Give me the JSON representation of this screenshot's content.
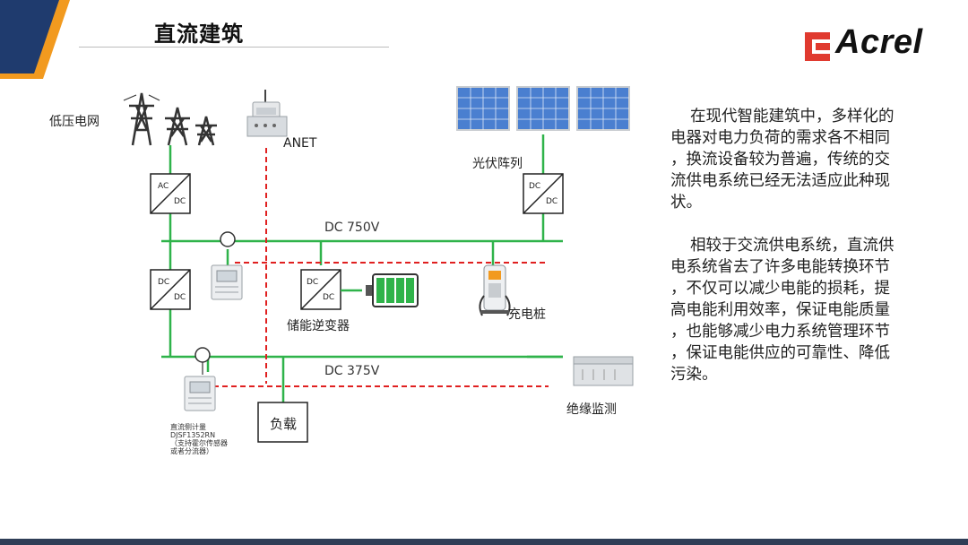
{
  "header": {
    "title": "直流建筑",
    "logo_text": "Acrel"
  },
  "diagram": {
    "grid_label": "低压电网",
    "anet_label": "ANET",
    "pv_label": "光伏阵列",
    "bus_high": "DC 750V",
    "bus_low": "DC 375V",
    "storage_label": "储能逆变器",
    "charger_label": "充电桩",
    "insulation_label": "绝缘监测",
    "load_label": "负载",
    "acdc_top": "AC",
    "acdc_bottom": "DC",
    "dcdc_top": "DC",
    "dcdc_bottom": "DC",
    "meter_lines": [
      "直流侧计量",
      "DJSF1352RN",
      "（支持霍尔传感器",
      "或者分流器）"
    ]
  },
  "text": {
    "para1": [
      "在现代智能建筑中，多样化的",
      "电器对电力负荷的需求各不相同",
      "，换流设备较为普遍，传统的交",
      "流供电系统已经无法适应此种现",
      "状。"
    ],
    "para2": [
      "相较于交流供电系统，直流供",
      "电系统省去了许多电能转换环节",
      "，不仅可以减少电能的损耗，提",
      "高电能利用效率，保证电能质量",
      "，也能够减少电力系统管理环节",
      "，保证电能供应的可靠性、降低",
      "污染。"
    ]
  },
  "colors": {
    "bus_green": "#2fb34a",
    "comm_red": "#e02020",
    "brand_red": "#e03a2f",
    "accent_orange": "#f29a1f",
    "header_navy": "#1f3b6e",
    "bottom_bar": "#2f3e57"
  }
}
